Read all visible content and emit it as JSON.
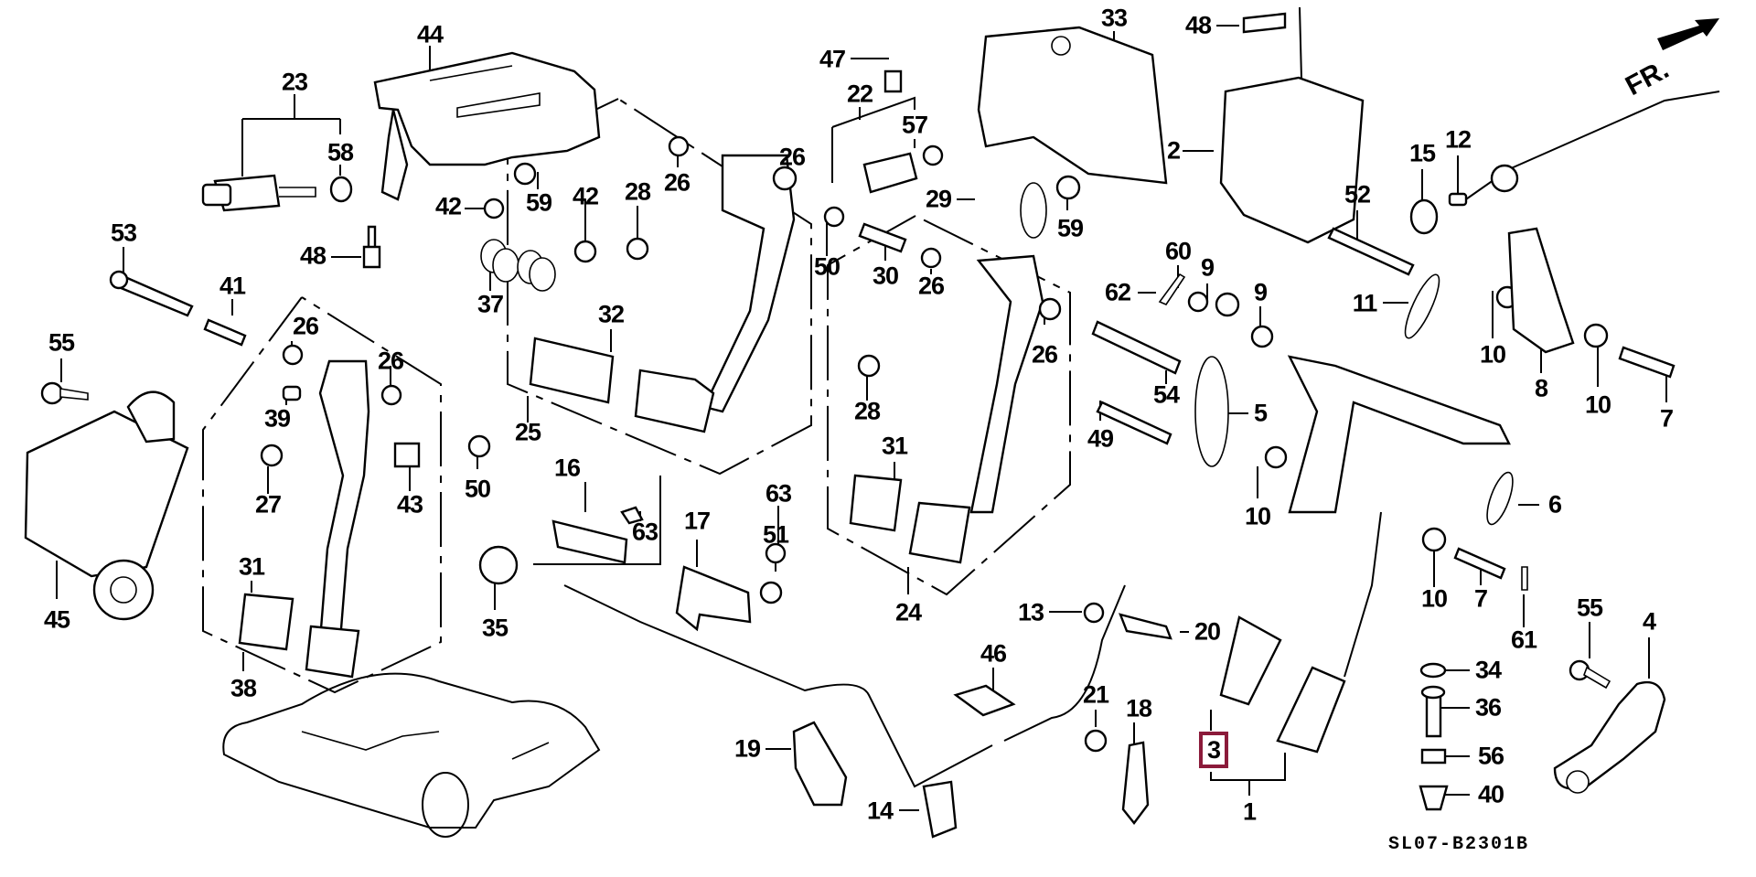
{
  "diagram": {
    "code": "SL07-B2301B",
    "direction_label": "FR.",
    "highlight_color": "#8b1a3a",
    "highlighted_part": "3"
  },
  "callouts": [
    {
      "id": "c44",
      "label": "44"
    },
    {
      "id": "c23",
      "label": "23"
    },
    {
      "id": "c58",
      "label": "58"
    },
    {
      "id": "c59a",
      "label": "59"
    },
    {
      "id": "c42a",
      "label": "42"
    },
    {
      "id": "c42b",
      "label": "42"
    },
    {
      "id": "c48a",
      "label": "48"
    },
    {
      "id": "c37",
      "label": "37"
    },
    {
      "id": "c53",
      "label": "53"
    },
    {
      "id": "c41",
      "label": "41"
    },
    {
      "id": "c55a",
      "label": "55"
    },
    {
      "id": "c45",
      "label": "45"
    },
    {
      "id": "c26a",
      "label": "26"
    },
    {
      "id": "c26b",
      "label": "26"
    },
    {
      "id": "c39",
      "label": "39"
    },
    {
      "id": "c27",
      "label": "27"
    },
    {
      "id": "c43",
      "label": "43"
    },
    {
      "id": "c31a",
      "label": "31"
    },
    {
      "id": "c38",
      "label": "38"
    },
    {
      "id": "c28a",
      "label": "28"
    },
    {
      "id": "c26c",
      "label": "26"
    },
    {
      "id": "c26d",
      "label": "26"
    },
    {
      "id": "c32",
      "label": "32"
    },
    {
      "id": "c25",
      "label": "25"
    },
    {
      "id": "c50a",
      "label": "50"
    },
    {
      "id": "c16",
      "label": "16"
    },
    {
      "id": "c63a",
      "label": "63"
    },
    {
      "id": "c35",
      "label": "35"
    },
    {
      "id": "c17",
      "label": "17"
    },
    {
      "id": "c63b",
      "label": "63"
    },
    {
      "id": "c51",
      "label": "51"
    },
    {
      "id": "c47",
      "label": "47"
    },
    {
      "id": "c22",
      "label": "22"
    },
    {
      "id": "c57",
      "label": "57"
    },
    {
      "id": "c50b",
      "label": "50"
    },
    {
      "id": "c30",
      "label": "30"
    },
    {
      "id": "c33",
      "label": "33"
    },
    {
      "id": "c29",
      "label": "29"
    },
    {
      "id": "c59b",
      "label": "59"
    },
    {
      "id": "c26e",
      "label": "26"
    },
    {
      "id": "c26f",
      "label": "26"
    },
    {
      "id": "c28b",
      "label": "28"
    },
    {
      "id": "c31b",
      "label": "31"
    },
    {
      "id": "c24",
      "label": "24"
    },
    {
      "id": "c48b",
      "label": "48"
    },
    {
      "id": "c2",
      "label": "2"
    },
    {
      "id": "c52",
      "label": "52"
    },
    {
      "id": "c15",
      "label": "15"
    },
    {
      "id": "c12",
      "label": "12"
    },
    {
      "id": "c60",
      "label": "60"
    },
    {
      "id": "c62",
      "label": "62"
    },
    {
      "id": "c9a",
      "label": "9"
    },
    {
      "id": "c9b",
      "label": "9"
    },
    {
      "id": "c11",
      "label": "11"
    },
    {
      "id": "c54",
      "label": "54"
    },
    {
      "id": "c49",
      "label": "49"
    },
    {
      "id": "c5",
      "label": "5"
    },
    {
      "id": "c10a",
      "label": "10"
    },
    {
      "id": "c10b",
      "label": "10"
    },
    {
      "id": "c8",
      "label": "8"
    },
    {
      "id": "c10c",
      "label": "10"
    },
    {
      "id": "c7a",
      "label": "7"
    },
    {
      "id": "c6",
      "label": "6"
    },
    {
      "id": "c10d",
      "label": "10"
    },
    {
      "id": "c7b",
      "label": "7"
    },
    {
      "id": "c61",
      "label": "61"
    },
    {
      "id": "c55b",
      "label": "55"
    },
    {
      "id": "c4",
      "label": "4"
    },
    {
      "id": "c34",
      "label": "34"
    },
    {
      "id": "c36",
      "label": "36"
    },
    {
      "id": "c56",
      "label": "56"
    },
    {
      "id": "c40",
      "label": "40"
    },
    {
      "id": "c13",
      "label": "13"
    },
    {
      "id": "c20",
      "label": "20"
    },
    {
      "id": "c46",
      "label": "46"
    },
    {
      "id": "c19",
      "label": "19"
    },
    {
      "id": "c21",
      "label": "21"
    },
    {
      "id": "c18",
      "label": "18"
    },
    {
      "id": "c14",
      "label": "14"
    },
    {
      "id": "c3",
      "label": "3"
    },
    {
      "id": "c1",
      "label": "1"
    }
  ]
}
